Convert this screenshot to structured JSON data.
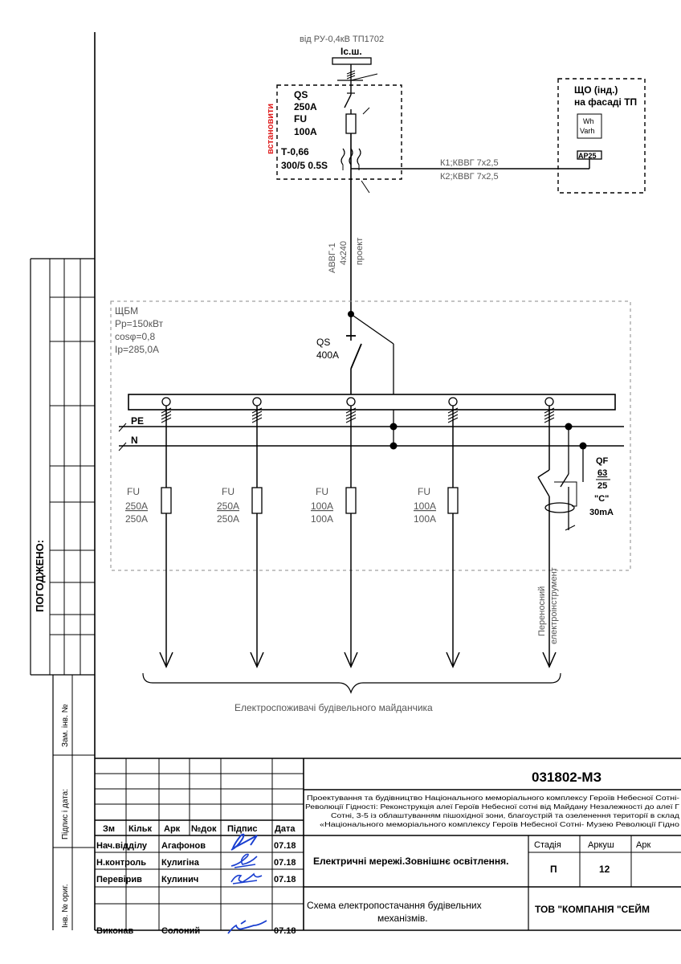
{
  "feed": {
    "source_label": "від РУ-0,4кВ ТП1702",
    "section_label": "Іс.ш."
  },
  "input_panel": {
    "status_label": "встановити",
    "status_color": "#e02020",
    "qs": "QS",
    "qs_rating": "250A",
    "fu": "FU",
    "fu_rating": "100A",
    "ct_type": "Т-0,66",
    "ct_ratio": "300/5  0.5S"
  },
  "meter_panel": {
    "title_line1": "ЩО (інд.)",
    "title_line2": "на фасаді ТП",
    "meter_top": "Wh",
    "meter_bottom": "Varh",
    "meter_tag": "AP25"
  },
  "cables": {
    "k1": "К1;КВВГ 7х2,5",
    "k2": "К2;КВВГ 7х2,5",
    "main_type": "АВВГ-1",
    "main_size": "4х240",
    "main_note": "проект"
  },
  "main_board": {
    "name": "ЩБМ",
    "power": "Рр=150кВт",
    "cos": "cosφ=0,8",
    "current": "Ір=285,0А",
    "qs": "QS",
    "qs_rating": "400A",
    "pe": "PE",
    "n": "N"
  },
  "feeders": [
    {
      "fu": "FU",
      "rating1": "250A",
      "rating2": "250A"
    },
    {
      "fu": "FU",
      "rating1": "250A",
      "rating2": "250A"
    },
    {
      "fu": "FU",
      "rating1": "100A",
      "rating2": "100A"
    },
    {
      "fu": "FU",
      "rating1": "100A",
      "rating2": "100A"
    }
  ],
  "rcd": {
    "label": "QF",
    "frame": "63",
    "rating": "25",
    "curve": "\"C\"",
    "leak": "30mA",
    "load_line1": "Переносний",
    "load_line2": "електроінструмент"
  },
  "consumers_label": "Електроспоживачі будівельного майданчика",
  "left_strip": {
    "approved": "ПОГОДЖЕНО:",
    "inv_zam": "Зам. інв. №",
    "sign_date": "Підпис і дата:",
    "inv_orig": "Інв. № ориг."
  },
  "title_block": {
    "code": "031802-МЗ",
    "project_lines": [
      "Проектування та будівництво Національного меморіального комплексу Героїв Небесної Сотні-",
      "Революції Гідності: Реконструкція алеї Героїв Небесної сотні від Майдану Незалежності до алеї Г",
      "Сотні, 3-5 із облаштуванням пішохідної зони, благоустрій та озеленення території в склад",
      "«Національного меморіального комплексу Героїв Небесної Сотні- Музею Революції Гідно"
    ],
    "col_headers": [
      "Зм",
      "Кільк",
      "Арк",
      "№док",
      "Підпис",
      "Дата"
    ],
    "people": [
      {
        "role": "Нач.відділу",
        "name": "Агафонов",
        "date": "07.18"
      },
      {
        "role": "Н.контроль",
        "name": "Кулигіна",
        "date": "07.18"
      },
      {
        "role": "Перевірив",
        "name": "Кулинич",
        "date": "07.18"
      },
      {
        "role": "Виконав",
        "name": "Солоний",
        "date": "07.18"
      }
    ],
    "section_title": "Електричні мережі.Зовнішнє освітлення.",
    "sheet_title_line1": "Схема електропостачання будівельних",
    "sheet_title_line2": "механізмів.",
    "stage_header": "Стадія",
    "sheet_header": "Аркуш",
    "sheets_header": "Арк",
    "stage": "П",
    "sheet": "12",
    "company": "ТОВ \"КОМПАНІЯ \"СЕЙМ"
  },
  "colors": {
    "ink": "#000000",
    "ink_gray": "#555555",
    "signature": "#1a3fd0"
  }
}
